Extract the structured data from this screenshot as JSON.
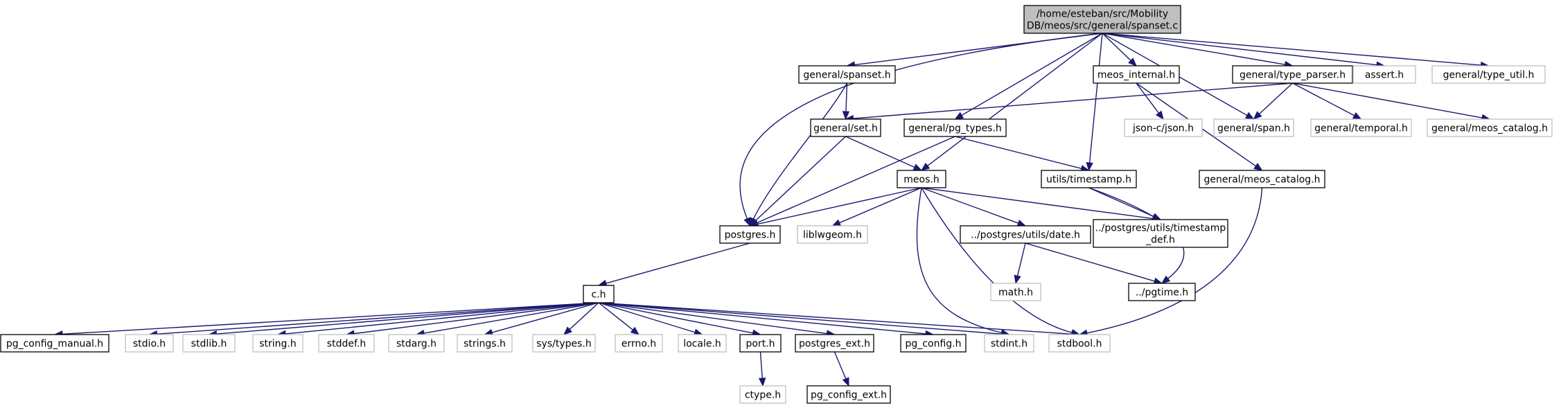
{
  "graph": {
    "nodes": [
      {
        "id": "root",
        "lines": [
          "/home/esteban/src/Mobility",
          "DB/meos/src/general/spanset.c"
        ],
        "style": "root"
      },
      {
        "id": "spanset_h",
        "lines": [
          "general/spanset.h"
        ],
        "style": "strong"
      },
      {
        "id": "meos_internal_h",
        "lines": [
          "meos_internal.h"
        ],
        "style": "strong"
      },
      {
        "id": "type_parser_h",
        "lines": [
          "general/type_parser.h"
        ],
        "style": "strong"
      },
      {
        "id": "assert_h",
        "lines": [
          "assert.h"
        ],
        "style": "weak"
      },
      {
        "id": "type_util_h",
        "lines": [
          "general/type_util.h"
        ],
        "style": "weak"
      },
      {
        "id": "set_h",
        "lines": [
          "general/set.h"
        ],
        "style": "strong"
      },
      {
        "id": "pg_types_h",
        "lines": [
          "general/pg_types.h"
        ],
        "style": "strong"
      },
      {
        "id": "json_h",
        "lines": [
          "json-c/json.h"
        ],
        "style": "weak"
      },
      {
        "id": "span_h",
        "lines": [
          "general/span.h"
        ],
        "style": "weak"
      },
      {
        "id": "temporal_h",
        "lines": [
          "general/temporal.h"
        ],
        "style": "weak"
      },
      {
        "id": "meos_catalog_weak",
        "lines": [
          "general/meos_catalog.h"
        ],
        "style": "weak"
      },
      {
        "id": "meos_h",
        "lines": [
          "meos.h"
        ],
        "style": "strong"
      },
      {
        "id": "timestamp_h",
        "lines": [
          "utils/timestamp.h"
        ],
        "style": "strong"
      },
      {
        "id": "meos_catalog_h",
        "lines": [
          "general/meos_catalog.h"
        ],
        "style": "strong"
      },
      {
        "id": "postgres_h",
        "lines": [
          "postgres.h"
        ],
        "style": "strong"
      },
      {
        "id": "liblwgeom_h",
        "lines": [
          "liblwgeom.h"
        ],
        "style": "weak"
      },
      {
        "id": "date_h",
        "lines": [
          "../postgres/utils/date.h"
        ],
        "style": "strong"
      },
      {
        "id": "timestamp_def_h",
        "lines": [
          "../postgres/utils/timestamp",
          "_def.h"
        ],
        "style": "strong"
      },
      {
        "id": "math_h",
        "lines": [
          "math.h"
        ],
        "style": "weak"
      },
      {
        "id": "pgtime_h",
        "lines": [
          "../pgtime.h"
        ],
        "style": "strong"
      },
      {
        "id": "c_h",
        "lines": [
          "c.h"
        ],
        "style": "strong"
      },
      {
        "id": "pg_config_manual_h",
        "lines": [
          "pg_config_manual.h"
        ],
        "style": "strong"
      },
      {
        "id": "stdio_h",
        "lines": [
          "stdio.h"
        ],
        "style": "weak"
      },
      {
        "id": "stdlib_h",
        "lines": [
          "stdlib.h"
        ],
        "style": "weak"
      },
      {
        "id": "string_h",
        "lines": [
          "string.h"
        ],
        "style": "weak"
      },
      {
        "id": "stddef_h",
        "lines": [
          "stddef.h"
        ],
        "style": "weak"
      },
      {
        "id": "stdarg_h",
        "lines": [
          "stdarg.h"
        ],
        "style": "weak"
      },
      {
        "id": "strings_h",
        "lines": [
          "strings.h"
        ],
        "style": "weak"
      },
      {
        "id": "systypes_h",
        "lines": [
          "sys/types.h"
        ],
        "style": "weak"
      },
      {
        "id": "errno_h",
        "lines": [
          "errno.h"
        ],
        "style": "weak"
      },
      {
        "id": "locale_h",
        "lines": [
          "locale.h"
        ],
        "style": "weak"
      },
      {
        "id": "port_h",
        "lines": [
          "port.h"
        ],
        "style": "strong"
      },
      {
        "id": "postgres_ext_h",
        "lines": [
          "postgres_ext.h"
        ],
        "style": "strong"
      },
      {
        "id": "pg_config_h",
        "lines": [
          "pg_config.h"
        ],
        "style": "strong"
      },
      {
        "id": "stdint_h",
        "lines": [
          "stdint.h"
        ],
        "style": "weak"
      },
      {
        "id": "stdbool_h",
        "lines": [
          "stdbool.h"
        ],
        "style": "weak"
      },
      {
        "id": "ctype_h",
        "lines": [
          "ctype.h"
        ],
        "style": "weak"
      },
      {
        "id": "pg_config_ext_h",
        "lines": [
          "pg_config_ext.h"
        ],
        "style": "strong"
      }
    ],
    "edges": [
      [
        "root",
        "spanset_h"
      ],
      [
        "root",
        "postgres_h"
      ],
      [
        "root",
        "pg_types_h"
      ],
      [
        "root",
        "meos_h"
      ],
      [
        "root",
        "timestamp_h"
      ],
      [
        "root",
        "meos_internal_h"
      ],
      [
        "root",
        "type_parser_h"
      ],
      [
        "root",
        "span_h"
      ],
      [
        "root",
        "assert_h"
      ],
      [
        "root",
        "type_util_h"
      ],
      [
        "spanset_h",
        "set_h"
      ],
      [
        "spanset_h",
        "postgres_h"
      ],
      [
        "type_parser_h",
        "set_h"
      ],
      [
        "type_parser_h",
        "span_h"
      ],
      [
        "type_parser_h",
        "temporal_h"
      ],
      [
        "type_parser_h",
        "meos_catalog_weak"
      ],
      [
        "meos_internal_h",
        "json_h"
      ],
      [
        "meos_internal_h",
        "meos_catalog_h"
      ],
      [
        "set_h",
        "meos_h"
      ],
      [
        "set_h",
        "postgres_h"
      ],
      [
        "pg_types_h",
        "postgres_h"
      ],
      [
        "pg_types_h",
        "timestamp_h"
      ],
      [
        "meos_h",
        "postgres_h"
      ],
      [
        "meos_h",
        "liblwgeom_h"
      ],
      [
        "meos_h",
        "date_h"
      ],
      [
        "meos_h",
        "timestamp_def_h"
      ],
      [
        "meos_h",
        "stdint_h"
      ],
      [
        "meos_h",
        "stdbool_h"
      ],
      [
        "timestamp_h",
        "timestamp_def_h"
      ],
      [
        "timestamp_h",
        "pgtime_h"
      ],
      [
        "date_h",
        "math_h"
      ],
      [
        "date_h",
        "pgtime_h"
      ],
      [
        "meos_catalog_h",
        "stdbool_h"
      ],
      [
        "postgres_h",
        "c_h"
      ],
      [
        "c_h",
        "pg_config_manual_h"
      ],
      [
        "c_h",
        "stdio_h"
      ],
      [
        "c_h",
        "stdlib_h"
      ],
      [
        "c_h",
        "string_h"
      ],
      [
        "c_h",
        "stddef_h"
      ],
      [
        "c_h",
        "stdarg_h"
      ],
      [
        "c_h",
        "strings_h"
      ],
      [
        "c_h",
        "systypes_h"
      ],
      [
        "c_h",
        "errno_h"
      ],
      [
        "c_h",
        "locale_h"
      ],
      [
        "c_h",
        "port_h"
      ],
      [
        "c_h",
        "postgres_ext_h"
      ],
      [
        "c_h",
        "pg_config_h"
      ],
      [
        "c_h",
        "stdint_h"
      ],
      [
        "c_h",
        "stdbool_h"
      ],
      [
        "port_h",
        "ctype_h"
      ],
      [
        "postgres_ext_h",
        "pg_config_ext_h"
      ]
    ]
  }
}
